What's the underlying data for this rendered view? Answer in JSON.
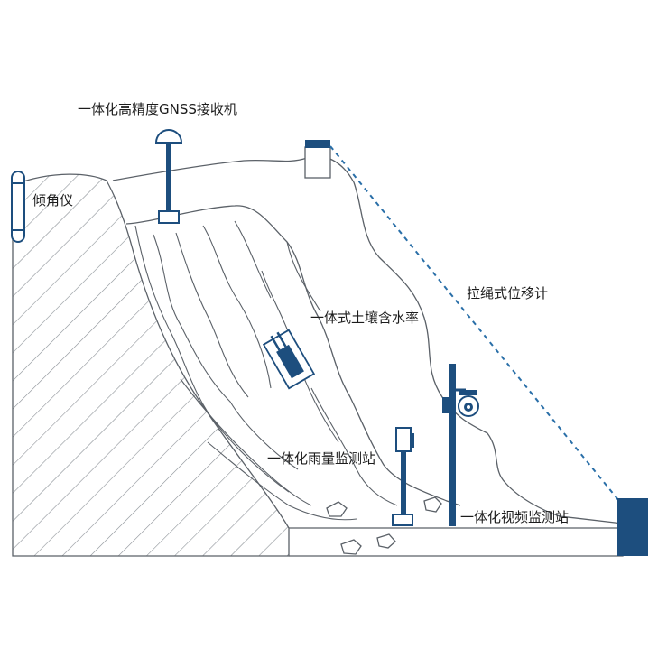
{
  "labels": {
    "gnss": "一体化高精度GNSS接收机",
    "tilt": "倾角仪",
    "wire": "拉绳式位移计",
    "soil": "一体式土壤含水率",
    "rain": "一体化雨量监测站",
    "video": "一体化视频监测站"
  },
  "colors": {
    "equipment": "#1d4e7e",
    "outline": "#5b6168",
    "hatch": "#8a9096",
    "wire": "#2a6fa8",
    "label": "#1c1c1c"
  },
  "icons": {
    "gnss": "gnss-antenna-icon",
    "tilt": "tiltmeter-icon",
    "soil": "soil-moisture-sensor-icon",
    "rain": "rain-gauge-icon",
    "video": "dome-camera-icon",
    "wire": "wire-displacement-meter-icon"
  }
}
